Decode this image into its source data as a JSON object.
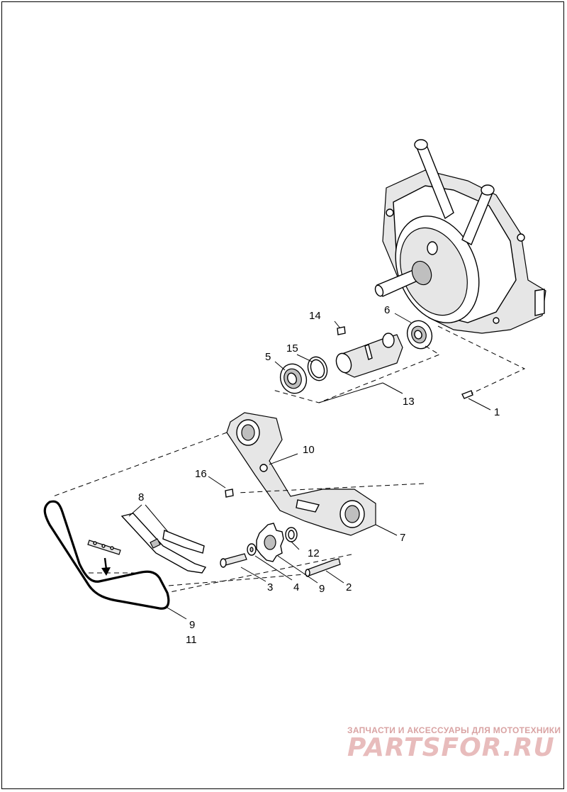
{
  "callouts": {
    "c1": "1",
    "c2": "2",
    "c3": "3",
    "c4": "4",
    "c5": "5",
    "c6": "6",
    "c7": "7",
    "c8": "8",
    "c9a": "9",
    "c9b": "9",
    "c10": "10",
    "c11": "11",
    "c12": "12",
    "c13": "13",
    "c14": "14",
    "c15": "15",
    "c16": "16"
  },
  "watermark": {
    "tagline": "ЗАПЧАСТИ И АКСЕССУАРЫ ДЛЯ МОТОТЕХНИКИ",
    "logo": "PARTSFOR.RU"
  },
  "colors": {
    "line": "#000000",
    "background": "#ffffff",
    "watermark": "#e8bcbc"
  }
}
